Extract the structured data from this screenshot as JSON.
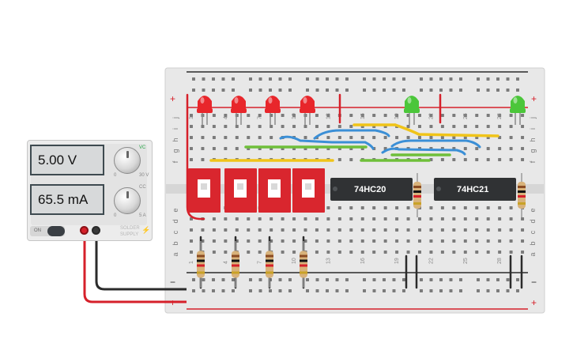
{
  "power_supply": {
    "voltage_display": "5.00 V",
    "current_display": "65.5 mA",
    "on_label": "ON",
    "brand_line1": "SOLDER",
    "brand_line2": "SUPPLY",
    "voltage_knob_min": "0",
    "voltage_knob_max": "30 V",
    "current_knob_min": "0",
    "current_knob_max": "5 A",
    "status_cv": "VC",
    "status_cc": "CC"
  },
  "breadboard": {
    "rail_plus": "+",
    "rail_minus": "−",
    "row_letters_top": [
      "j",
      "i",
      "h",
      "g",
      "f"
    ],
    "row_letters_bottom": [
      "e",
      "d",
      "c",
      "b",
      "a"
    ],
    "column_numbers": [
      "1",
      "4",
      "7",
      "10",
      "13",
      "16",
      "19",
      "22",
      "25",
      "28"
    ]
  },
  "chips": [
    {
      "label": "74HC20"
    },
    {
      "label": "74HC21"
    }
  ],
  "components": {
    "red_leds": 4,
    "green_leds": 2,
    "dip_switches": 4,
    "resistors_bottom": 4,
    "resistors_mid": 2
  },
  "colors": {
    "wire_red": "#d6202a",
    "wire_black": "#2b2b2b",
    "wire_yellow": "#f0c419",
    "wire_green": "#6fbf3a",
    "wire_blue": "#3b8fd6",
    "led_red": "#e8262b",
    "led_green": "#4bc63a",
    "switch_red": "#d9262e",
    "chip": "#303234"
  }
}
